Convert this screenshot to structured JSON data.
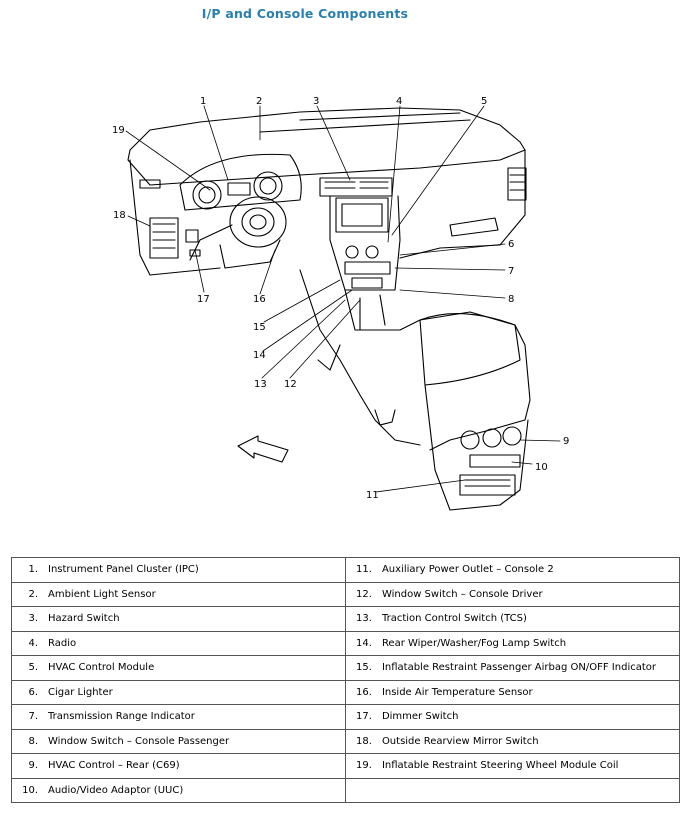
{
  "title": "I/P and Console Components",
  "callouts": [
    "1",
    "2",
    "3",
    "4",
    "5",
    "6",
    "7",
    "8",
    "9",
    "10",
    "11",
    "12",
    "13",
    "14",
    "15",
    "16",
    "17",
    "18",
    "19"
  ],
  "legend": [
    [
      {
        "num": "1.",
        "label": "Instrument Panel Cluster (IPC)"
      },
      {
        "num": "11.",
        "label": "Auxiliary Power Outlet – Console 2"
      }
    ],
    [
      {
        "num": "2.",
        "label": "Ambient Light Sensor"
      },
      {
        "num": "12.",
        "label": "Window Switch – Console Driver"
      }
    ],
    [
      {
        "num": "3.",
        "label": "Hazard Switch"
      },
      {
        "num": "13.",
        "label": "Traction Control Switch (TCS)"
      }
    ],
    [
      {
        "num": "4.",
        "label": "Radio"
      },
      {
        "num": "14.",
        "label": "Rear Wiper/Washer/Fog Lamp Switch"
      }
    ],
    [
      {
        "num": "5.",
        "label": "HVAC Control Module"
      },
      {
        "num": "15.",
        "label": "Inflatable Restraint Passenger Airbag ON/OFF Indicator"
      }
    ],
    [
      {
        "num": "6.",
        "label": "Cigar Lighter"
      },
      {
        "num": "16.",
        "label": "Inside Air Temperature Sensor"
      }
    ],
    [
      {
        "num": "7.",
        "label": "Transmission Range Indicator"
      },
      {
        "num": "17.",
        "label": "Dimmer Switch"
      }
    ],
    [
      {
        "num": "8.",
        "label": "Window Switch – Console Passenger"
      },
      {
        "num": "18.",
        "label": "Outside Rearview Mirror Switch"
      }
    ],
    [
      {
        "num": "9.",
        "label": "HVAC Control – Rear (C69)"
      },
      {
        "num": "19.",
        "label": "Inflatable Restraint Steering Wheel Module Coil"
      }
    ],
    [
      {
        "num": "10.",
        "label": "Audio/Video Adaptor (UUC)"
      },
      {
        "num": "",
        "label": ""
      }
    ]
  ]
}
